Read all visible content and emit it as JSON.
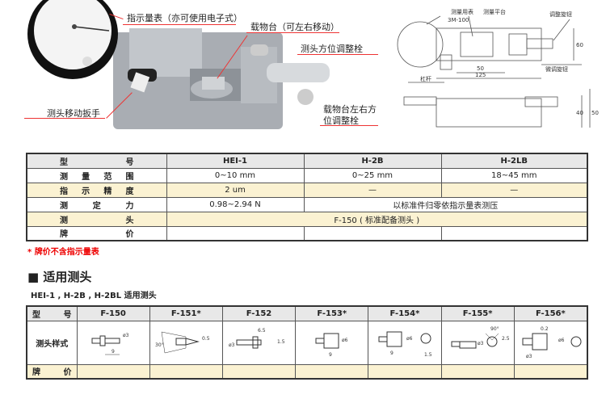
{
  "photo_labels": {
    "dial": "指示量表（亦可使用电子式）",
    "stage": "载物台（可左右移动）",
    "probe_adjust": "测头方位调整栓",
    "lever": "测头移动扳手",
    "stage_adjust_1": "载物台左右方",
    "stage_adjust_2": "位调整栓"
  },
  "drawing_labels": {
    "gauge": "测量用表",
    "gauge_model": "3M-100",
    "platform": "测量平台",
    "adjust_knob": "调整旋钮",
    "fine_knob": "微调旋钮",
    "lever": "杠杆",
    "dim_50": "50",
    "dim_125": "125",
    "dim_60": "60",
    "dim_40": "40",
    "dim_50b": "50"
  },
  "spec_table": {
    "header": {
      "label": [
        "型",
        "号"
      ],
      "cols": [
        "HEI-1",
        "H-2B",
        "H-2LB"
      ]
    },
    "range": {
      "label": [
        "测",
        "量",
        "范",
        "围"
      ],
      "vals": [
        "0~10 mm",
        "0~25 mm",
        "18~45 mm"
      ]
    },
    "accuracy": {
      "label": [
        "指",
        "示",
        "精",
        "度"
      ],
      "vals": [
        "2 um",
        "—",
        "—"
      ]
    },
    "force": {
      "label": [
        "测",
        "定",
        "力"
      ],
      "vals": [
        "0.98~2.94 N",
        "以标准件归零依指示量表测压"
      ]
    },
    "probe": {
      "label": [
        "测",
        "头"
      ],
      "val": "F-150 ( 标准配备测头 )"
    },
    "price": {
      "label": [
        "牌",
        "价"
      ]
    }
  },
  "note": "* 牌价不含指示量表",
  "section_title": "■ 适用测头",
  "section_sub": "HEI-1 , H-2B , H-2BL 适用测头",
  "probe_table": {
    "header_label": [
      "型",
      "号"
    ],
    "models": [
      "F-150",
      "F-151*",
      "F-152",
      "F-153*",
      "F-154*",
      "F-155*",
      "F-156*"
    ],
    "style_label": "测头样式",
    "price_label": [
      "牌",
      "价"
    ],
    "dims": {
      "f150": [
        "ø3",
        "9"
      ],
      "f151": [
        "30°",
        "0.5"
      ],
      "f152": [
        "6.5",
        "1.5",
        "ø3"
      ],
      "f153": [
        "ø6",
        "9"
      ],
      "f154": [
        "ø6",
        "9",
        "1.5"
      ],
      "f155": [
        "90°",
        "2.5",
        "ø3"
      ],
      "f156": [
        "0.2",
        "ø6",
        "ø3"
      ]
    }
  }
}
